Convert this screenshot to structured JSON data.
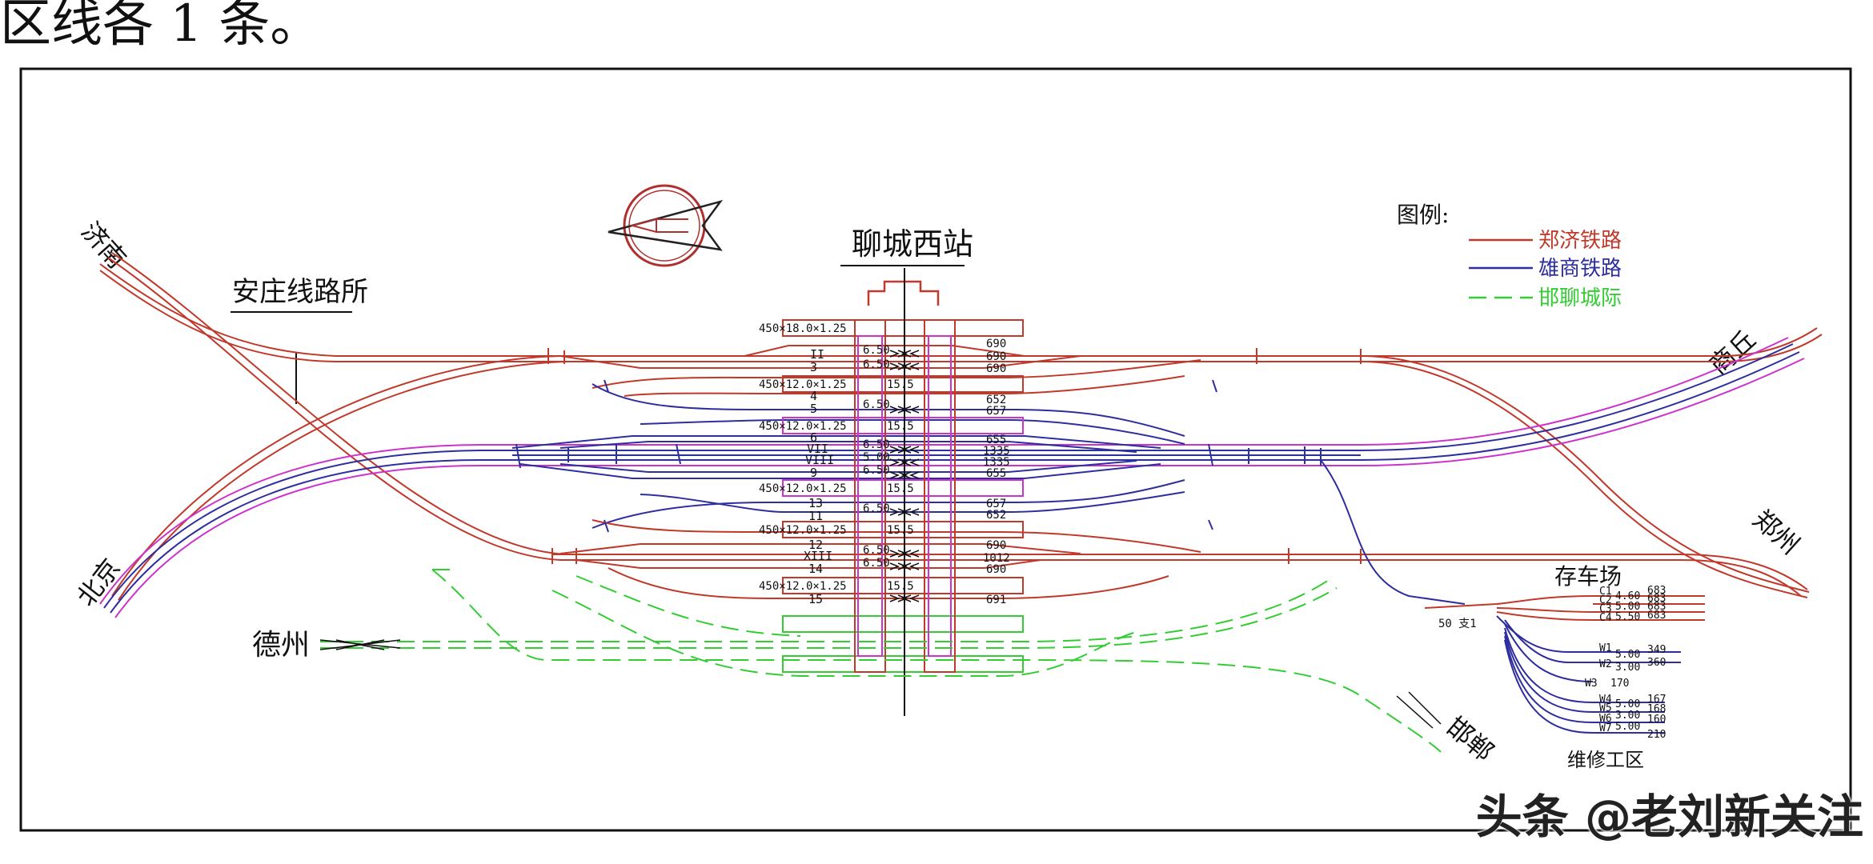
{
  "header_fragment": "区线各 1 条。",
  "station_name": "聊城西站",
  "junction_name": "安庄线路所",
  "directions": {
    "jinan": "济南",
    "beijing": "北京",
    "shangqiu": "商丘",
    "zhengzhou": "郑州",
    "dezhou": "德州",
    "handan": "邯郸"
  },
  "legend": {
    "title": "图例:",
    "items": [
      {
        "label": "郑济铁路",
        "color": "#c0392b",
        "style": "solid"
      },
      {
        "label": "雄商铁路",
        "color": "#2e2e9e",
        "style": "solid"
      },
      {
        "label": "邯聊城际",
        "color": "#33cc33",
        "style": "dashed"
      }
    ]
  },
  "colors": {
    "zhengji": "#c0392b",
    "xiongshang": "#2e2e9e",
    "hanliao": "#33cc33",
    "platform_magenta": "#cc33cc",
    "frame": "#111111"
  },
  "platform_labels": [
    "450×18.0×1.25",
    "450×12.0×1.25",
    "450×12.0×1.25",
    "450×12.0×1.25",
    "450×12.0×1.25",
    "450×12.0×1.25"
  ],
  "canopy_label": "15.5",
  "platform_width_labels": [
    "6.50",
    "6.50",
    "6.50",
    "6.50",
    "5.00",
    "6.50",
    "6.50",
    "6.50",
    "6.50"
  ],
  "track_names": [
    "II",
    "3",
    "4",
    "5",
    "6",
    "VII",
    "VIII",
    "9",
    "13",
    "11",
    "12",
    "XIII",
    "14",
    "15"
  ],
  "track_lengths": [
    "690",
    "690",
    "690",
    "652",
    "657",
    "655",
    "1335",
    "1335",
    "655",
    "657",
    "652",
    "690",
    "1012",
    "690",
    "691"
  ],
  "depot": {
    "title": "存车场",
    "labels": [
      "C1",
      "C2",
      "C3",
      "C4"
    ],
    "widths": [
      "4.60",
      "5.00",
      "5.50"
    ],
    "lengths": [
      "683",
      "683",
      "683",
      "683"
    ]
  },
  "maintenance": {
    "title": "维修工区",
    "labels": [
      "W1",
      "W2",
      "W3",
      "W4",
      "W5",
      "W6",
      "W7"
    ],
    "widths": [
      "5.00",
      "3.00",
      "5.00",
      "3.00",
      "5.00"
    ],
    "lengths": [
      "349",
      "360",
      "170",
      "167",
      "168",
      "160",
      "210"
    ]
  },
  "switch_label": "50 支1",
  "watermark": "头条 @老刘新关注"
}
